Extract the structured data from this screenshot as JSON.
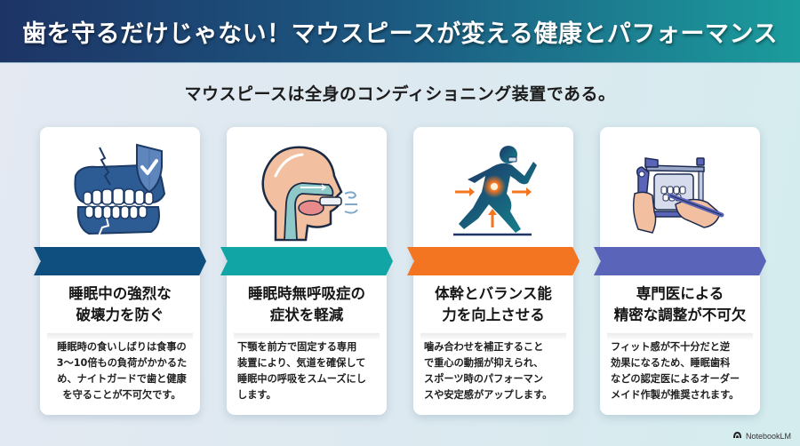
{
  "header": {
    "title": "歯を守るだけじゃない！マウスピースが変える健康とパフォーマンス",
    "gradient": [
      "#1d3466",
      "#1c5a82",
      "#1b9c9c"
    ]
  },
  "subtitle": "マウスピースは全身のコンディショニング装置である。",
  "cards": [
    {
      "icon": "cracked-teeth-shield-icon",
      "ribbon_color": "#0e4f80",
      "title_line1": "睡眠中の強烈な",
      "title_line2": "破壊力を防ぐ",
      "desc_lines": [
        "睡眠時の食いしばりは食事の",
        "3〜10倍もの負荷がかかるた",
        "め、ナイトガードで歯と健康",
        "を守ることが不可欠です。"
      ]
    },
    {
      "icon": "airway-head-icon",
      "ribbon_color": "#12a5a5",
      "title_line1": "睡眠時無呼吸症の",
      "title_line2": "症状を軽減",
      "desc_lines": [
        "下顎を前方で固定する専用",
        "装置により、気道を確保して",
        "睡眠中の呼吸をスムーズにし",
        "します。"
      ]
    },
    {
      "icon": "running-athlete-core-icon",
      "ribbon_color": "#f47521",
      "title_line1": "体幹とバランス能",
      "title_line2": "力を向上させる",
      "desc_lines": [
        "噛み合わせを補正すること",
        "で重心の動揺が抑えられ、",
        "スポーツ時のパフォーマン",
        "スや安定感がアップします。"
      ]
    },
    {
      "icon": "dental-articulator-adjust-icon",
      "ribbon_color": "#5a64b8",
      "title_line1": "専門医による",
      "title_line2": "精密な調整が不可欠",
      "desc_lines": [
        "フィット感が不十分だと逆",
        "効果になるため、睡眠歯科",
        "などの認定医によるオーダー",
        "メイド作製が推奨されます。"
      ]
    }
  ],
  "footer": {
    "icon": "notebooklm-logo-icon",
    "label": "NotebookLM"
  }
}
